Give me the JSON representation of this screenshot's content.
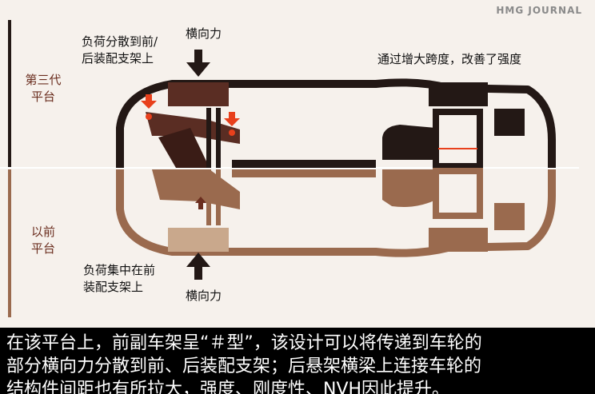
{
  "brand": "HMG JOURNAL",
  "labels": {
    "top_left_note": [
      "负荷分散到前/",
      "后装配支架上"
    ],
    "top_force": "横向力",
    "top_right_note": "通过增大跨度，改善了强度",
    "new_platform": [
      "第三代",
      "平台"
    ],
    "old_platform": [
      "以前",
      "平台"
    ],
    "bottom_note": [
      "负荷集中在前",
      "装配支架上"
    ],
    "bottom_force": "横向力"
  },
  "caption": [
    "在该平台上，前副车架呈“＃型”，该设计可以将传递到车轮的",
    "部分横向力分散到前、后装配支架；后悬架横梁上连接车轮的",
    "结构件间距也有所拉大，强度、刚度性、NVH因此提升。"
  ],
  "colors": {
    "new": "#231815",
    "new_accent": "#5a2d23",
    "old": "#9a6a4e",
    "old_light": "#c9a88c",
    "arrow_red": "#e8401c",
    "platform_label": "#6b2e1f"
  }
}
